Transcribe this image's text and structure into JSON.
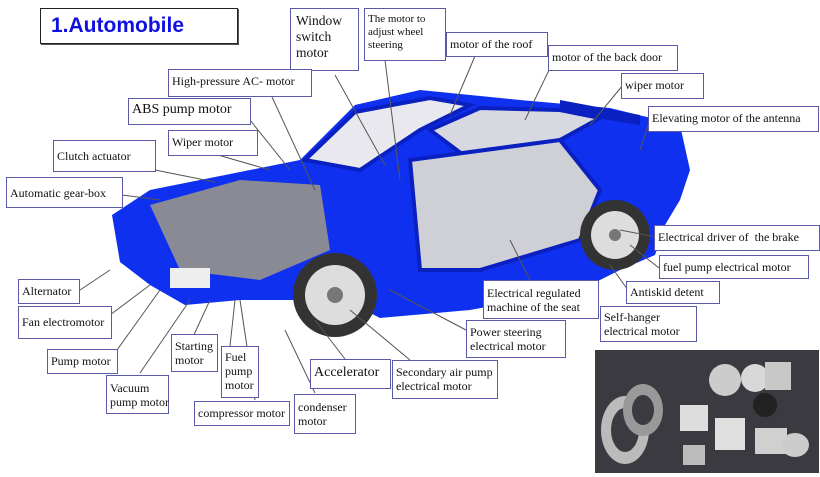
{
  "title": "1.Automobile",
  "labels": {
    "window_switch": "Window\nswitch\nmotor",
    "wheel_steering": "The motor to\nadjust wheel\nsteering",
    "roof": "motor of the roof",
    "back_door": "motor of the back door",
    "rear_wiper": "wiper motor",
    "antenna": "Elevating motor of the antenna",
    "ac": "High-pressure AC- motor",
    "abs": "ABS pump motor",
    "wiper": "Wiper motor",
    "clutch": "Clutch actuator",
    "gearbox": "Automatic gear-box",
    "brake": "Electrical driver of  the brake",
    "fuel_pump_electrical": "fuel pump electrical motor",
    "antiskid": "Antiskid detent",
    "self_hanger": "Self-hanger\nelectrical motor",
    "seat": "Electrical regulated\nmachine of the seat",
    "power_steering": "Power steering\nelectrical motor",
    "alternator": "Alternator",
    "fan": "Fan electromotor",
    "pump": "Pump motor",
    "vacuum": "Vacuum\npump motor",
    "starting": "Starting\nmotor",
    "fuel_pump": "Fuel\npump\nmotor",
    "compressor": "compressor motor",
    "condenser": "condenser\nmotor",
    "accelerator": "Accelerator",
    "secondary_air": "Secondary air pump\nelectrical motor"
  },
  "colors": {
    "car_body": "#1030f0",
    "label_border": "#5a5aa8",
    "title_text": "#1010e0"
  }
}
